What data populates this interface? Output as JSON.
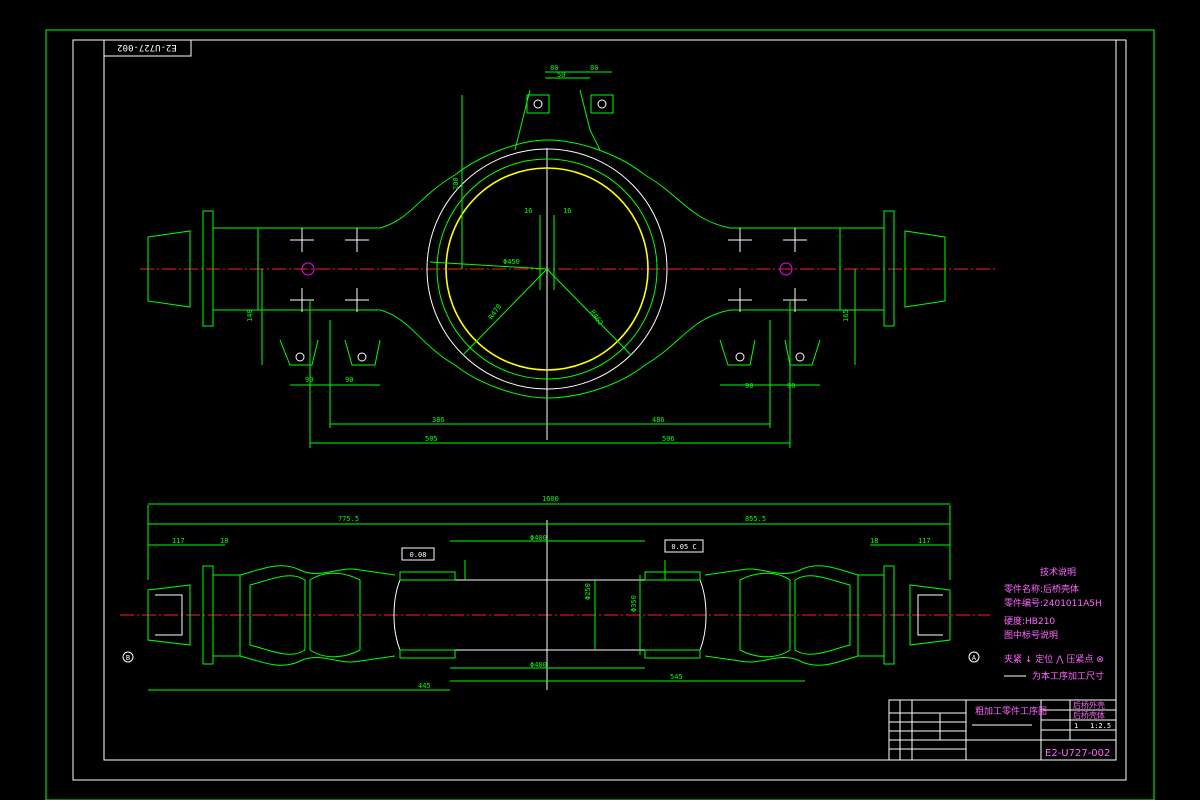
{
  "drawing": {
    "code": "E2-U727-002",
    "code_mirrored": "E2-U727-002",
    "title": "粗加工零件工序图",
    "tech_notes": {
      "heading": "技术说明",
      "part_name": "零件名称:后桥壳体",
      "part_number": "零件编号:2401011A5H",
      "hardness": "硬度:HB210",
      "note": "图中标号说明",
      "symbols": "夹紧 ↓  定位 ⋀  压紧点 ⊗",
      "line_legend": "为本工序加工尺寸"
    },
    "title_block": {
      "quantity": "1",
      "scale": "1:2.5",
      "cell_a": "后桥壳体",
      "cell_b": "后桥外壳"
    },
    "datum_labels": {
      "a": "A",
      "b": "B"
    }
  },
  "top_view_dims": {
    "d50": "50",
    "d80a": "80",
    "d80b": "80",
    "d16a": "16",
    "d16b": "16",
    "d90a": "90",
    "d90b": "90",
    "d90c": "90",
    "d90d": "90",
    "d386": "386",
    "d486": "486",
    "d505": "505",
    "d506": "506",
    "d450": "Φ450",
    "d470": "R470",
    "d462": "R462",
    "dv140": "140",
    "dv165": "165",
    "dv200": "200"
  },
  "bottom_view_dims": {
    "overall": "1600",
    "left_half": "775.5",
    "right_half": "855.5",
    "d117a": "117",
    "d117b": "117",
    "d18a": "18",
    "d18b": "18",
    "d445": "445",
    "d545": "545",
    "d400a": "Φ400",
    "d400b": "Φ400",
    "d250": "Φ250",
    "d350": "Φ350",
    "tol": "0.08",
    "flat": "0.05 C"
  },
  "colors": {
    "green": "#00ff00",
    "white": "#ffffff",
    "yellow": "#ffff00",
    "red": "#ff2020",
    "magenta": "#ff00ff"
  }
}
